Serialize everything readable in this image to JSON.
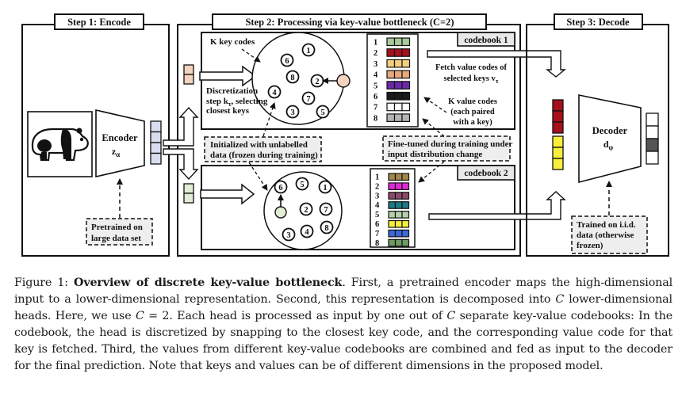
{
  "steps": {
    "encode": {
      "title": "Step 1: Encode"
    },
    "process": {
      "title": "Step 2: Processing via key-value bottleneck (C=2)"
    },
    "decode": {
      "title": "Step 3: Decode"
    }
  },
  "encoder": {
    "label": "Encoder",
    "symbol": "z",
    "subscript": "α"
  },
  "decoder": {
    "label": "Decoder",
    "symbol": "d",
    "subscript": "φ"
  },
  "notes": {
    "pretrained": [
      "Pretrained on",
      "large data set"
    ],
    "initialized": [
      "Initialized with unlabelled",
      "data (frozen during training)"
    ],
    "finetuned": [
      "Fine-tuned during training under",
      "input distribution change"
    ],
    "trained_iid": [
      "Trained on i.i.d.",
      "data (otherwise",
      "frozen)"
    ]
  },
  "annotations": {
    "k_key_codes": "K key codes",
    "discretization": [
      "Discretization",
      "step k",
      ", selecting",
      "closest keys"
    ],
    "discretization_sub": "τ",
    "fetch": [
      "Fetch value codes of",
      "selected keys v"
    ],
    "fetch_sub": "τ",
    "k_value_codes": [
      "K value codes",
      "(each paired",
      "with a key)"
    ]
  },
  "codebooks": [
    {
      "label": "codebook 1",
      "keys": [
        {
          "id": "1"
        },
        {
          "id": "6"
        },
        {
          "id": "8"
        },
        {
          "id": "2"
        },
        {
          "id": "4"
        },
        {
          "id": "7"
        },
        {
          "id": "3"
        },
        {
          "id": "5"
        }
      ],
      "selected_key": "2",
      "head_color": "#f4d3c0",
      "values": [
        {
          "index": "1",
          "color": "#a9c99a"
        },
        {
          "index": "2",
          "color": "#a5111b"
        },
        {
          "index": "3",
          "color": "#f5cf7e"
        },
        {
          "index": "4",
          "color": "#e8a97a"
        },
        {
          "index": "5",
          "color": "#6a2aa8"
        },
        {
          "index": "6",
          "color": "#1a1a1a"
        },
        {
          "index": "7",
          "color": "#ffffff"
        },
        {
          "index": "8",
          "color": "#b5b5b5"
        }
      ]
    },
    {
      "label": "codebook 2",
      "keys": [
        {
          "id": "6"
        },
        {
          "id": "5"
        },
        {
          "id": "1"
        },
        {
          "id": "2"
        },
        {
          "id": "7"
        },
        {
          "id": "8"
        },
        {
          "id": "4"
        },
        {
          "id": "3"
        }
      ],
      "selected_key": "6",
      "head_color": "#e3ecd5",
      "values": [
        {
          "index": "1",
          "color": "#a3864a"
        },
        {
          "index": "2",
          "color": "#e02ad6"
        },
        {
          "index": "3",
          "color": "#8d4a6c"
        },
        {
          "index": "4",
          "color": "#1c7b86"
        },
        {
          "index": "5",
          "color": "#b6cfaa"
        },
        {
          "index": "6",
          "color": "#f7ef3c"
        },
        {
          "index": "7",
          "color": "#3c68d8"
        },
        {
          "index": "8",
          "color": "#6f9a63"
        }
      ]
    }
  ],
  "encoder_output_color": "#d8ddef",
  "decoder_input": [
    {
      "color": "#a5111b"
    },
    {
      "color": "#a5111b"
    },
    {
      "color": "#a5111b"
    },
    {
      "color": "#f7ef3c"
    },
    {
      "color": "#f7ef3c"
    },
    {
      "color": "#f7ef3c"
    }
  ],
  "decoder_output": [
    {
      "color": "#ffffff"
    },
    {
      "color": "#ffffff"
    },
    {
      "color": "#555555"
    },
    {
      "color": "#ffffff"
    }
  ],
  "caption": {
    "figure_label": "Figure 1:",
    "title": "Overview of discrete key-value bottleneck",
    "parts": [
      ". First, a pretrained encoder maps the high-dimensional input to a lower-dimensional representation. Second, this representation is decomposed into ",
      "C",
      " lower-dimensional heads. Here, we use ",
      "C",
      " = 2. Each head is processed as input by one out of ",
      "C",
      " separate key-value codebooks: In the codebook, the head is discretized by snapping to the closest key code, and the corresponding value code for that key is fetched. Third, the values from different key-value codebooks are combined and fed as input to the decoder for the final prediction. Note that keys and values can be of different dimensions in the proposed model."
    ]
  }
}
